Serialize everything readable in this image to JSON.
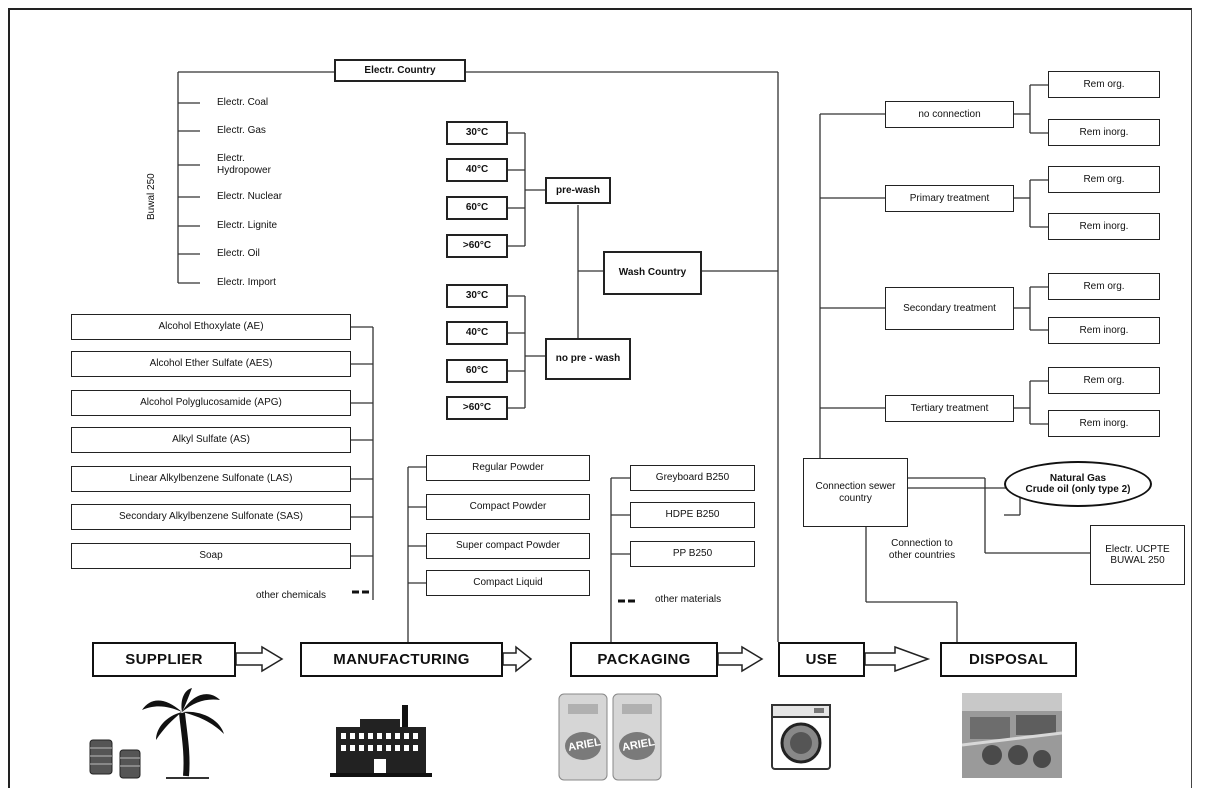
{
  "electricity": {
    "country": "Electr. Country",
    "buwal": "Buwal 250",
    "items": [
      "Electr. Coal",
      "Electr. Gas",
      "Electr. Hydropower",
      "Electr. Nuclear",
      "Electr. Lignite",
      "Electr. Oil",
      "Electr. Import"
    ]
  },
  "washing": {
    "prewash_temps": [
      "30°C",
      "40°C",
      "60°C",
      ">60°C"
    ],
    "prewash": "pre-wash",
    "noprewash_temps": [
      "30°C",
      "40°C",
      "60°C",
      ">60°C"
    ],
    "noprewash": "no pre - wash",
    "wash_country": "Wash Country"
  },
  "chemicals": {
    "items": [
      "Alcohol Ethoxylate (AE)",
      "Alcohol Ether Sulfate (AES)",
      "Alcohol Polyglucosamide (APG)",
      "Alkyl Sulfate (AS)",
      "Linear Alkylbenzene Sulfonate (LAS)",
      "Secondary Alkylbenzene Sulfonate (SAS)",
      "Soap"
    ],
    "other": "other chemicals"
  },
  "products": [
    "Regular Powder",
    "Compact Powder",
    "Super compact Powder",
    "Compact Liquid"
  ],
  "packaging": {
    "items": [
      "Greyboard B250",
      "HDPE B250",
      "PP B250"
    ],
    "other": "other materials"
  },
  "treatment": {
    "types": [
      "no connection",
      "Primary treatment",
      "Secondary treatment",
      "Tertiary treatment"
    ],
    "rem_org": "Rem org.",
    "rem_inorg": "Rem inorg.",
    "sewer": "Connection sewer country",
    "other_countries": "Connection to other countries",
    "fuel_line1": "Natural Gas",
    "fuel_line2": "Crude oil (only type 2)",
    "ucpte": "Electr. UCPTE BUWAL 250"
  },
  "stages": [
    "SUPPLIER",
    "MANUFACTURING",
    "PACKAGING",
    "USE",
    "DISPOSAL"
  ],
  "detergent_label": "ARIEL"
}
